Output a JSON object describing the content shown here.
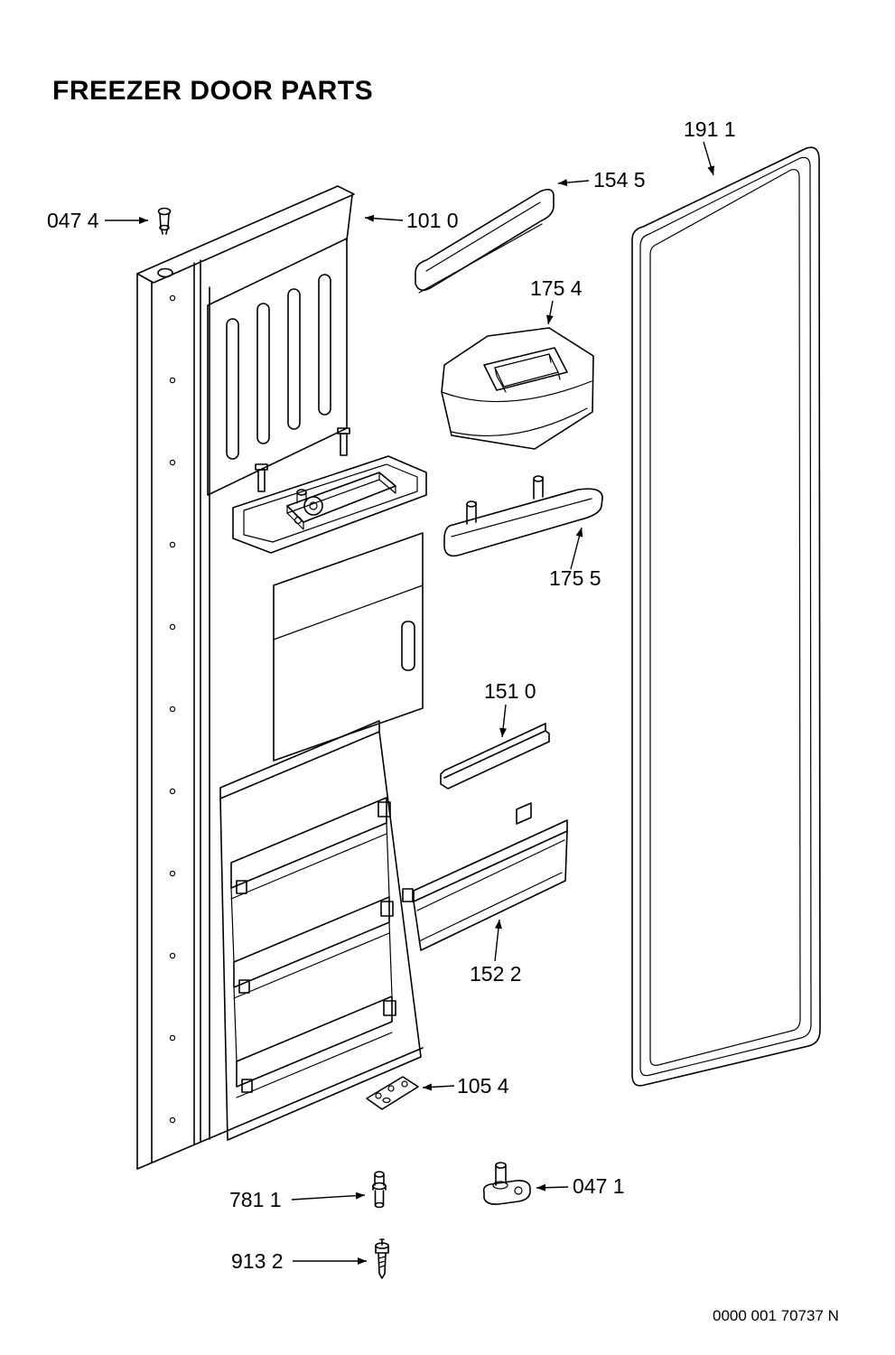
{
  "page": {
    "title": "FREEZER DOOR PARTS",
    "doc_number": "0000 001 70737 N"
  },
  "callouts": {
    "c047_4": "047 4",
    "c101_0": "101 0",
    "c154_5": "154 5",
    "c191_1": "191 1",
    "c175_4": "175 4",
    "c175_5": "175 5",
    "c151_0": "151 0",
    "c152_2": "152 2",
    "c105_4": "105 4",
    "c781_1": "781 1",
    "c047_1": "047 1",
    "c913_2": "913 2"
  }
}
